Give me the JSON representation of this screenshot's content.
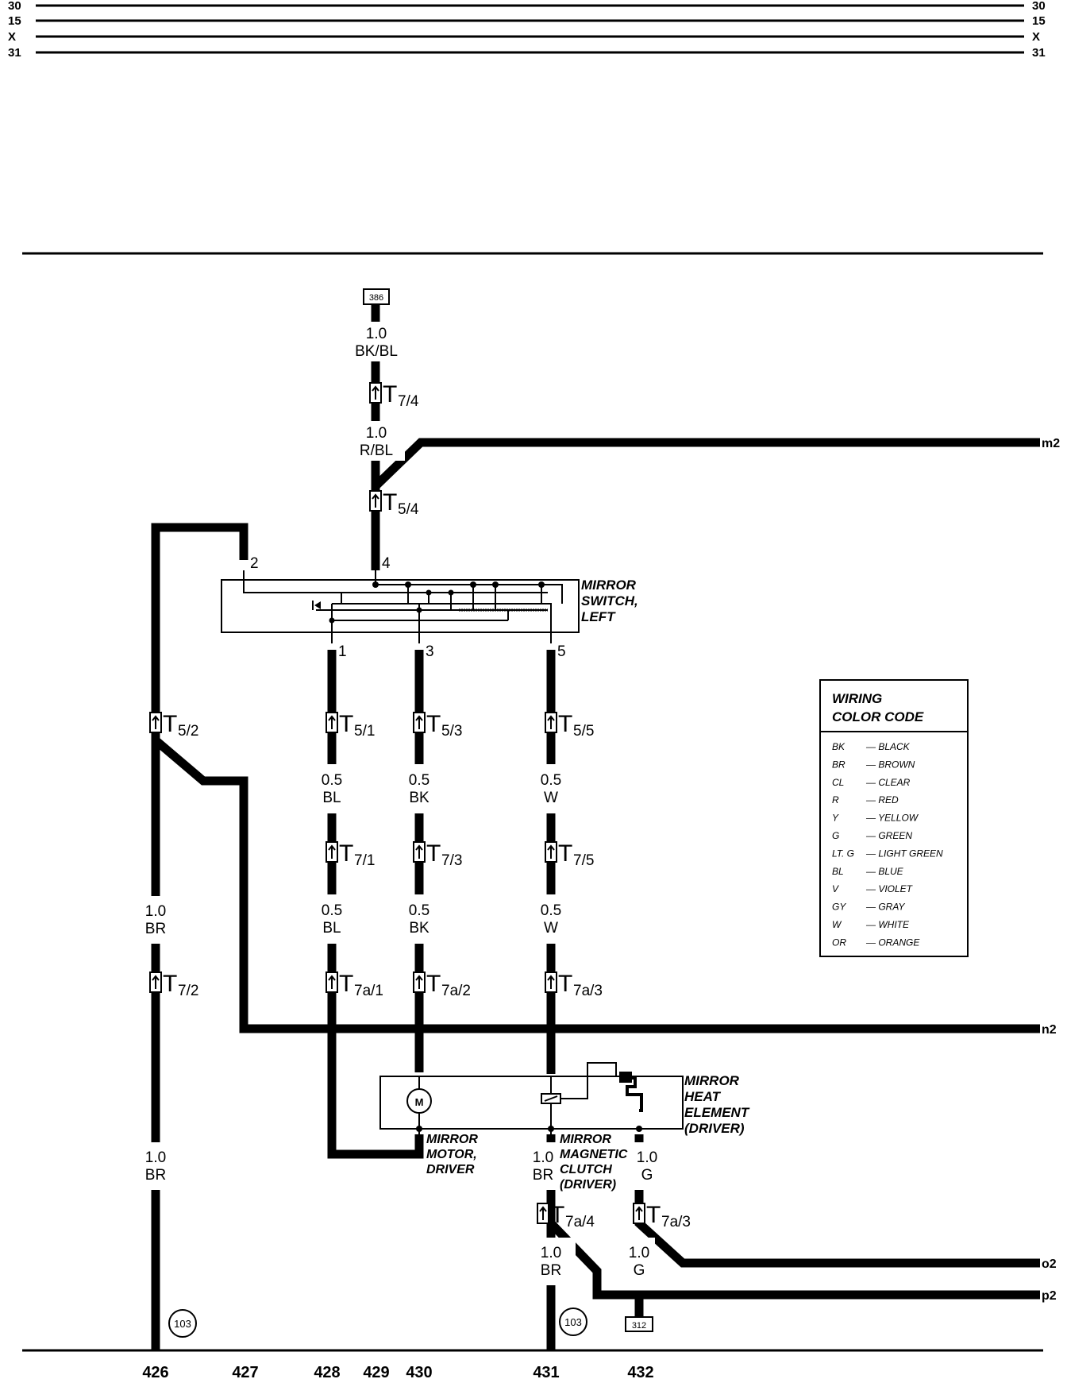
{
  "bus_labels": [
    "30",
    "15",
    "X",
    "31"
  ],
  "refs": {
    "top_box": "386",
    "ground_box": "312",
    "circle_left": "103",
    "circle_right": "103"
  },
  "wires": {
    "top_size": "1.0",
    "top_color": "BK/BL",
    "mid_size": "1.0",
    "mid_color": "R/BL",
    "br_size": "1.0",
    "br_color": "BR",
    "bl_size": "0.5",
    "bl_color": "BL",
    "bk_size": "0.5",
    "bk_color": "BK",
    "w_size": "0.5",
    "w_color": "W",
    "g_size": "1.0",
    "g_color": "G"
  },
  "connectors": {
    "T": "T",
    "t74": "7/4",
    "t54": "5/4",
    "t52": "5/2",
    "t51": "5/1",
    "t53": "5/3",
    "t55": "5/5",
    "t71": "7/1",
    "t73": "7/3",
    "t75": "7/5",
    "t72": "7/2",
    "t7a1": "7a/1",
    "t7a2": "7a/2",
    "t7a3": "7a/3",
    "t7a4": "7a/4",
    "t7a3b": "7a/3"
  },
  "pins": {
    "p1": "1",
    "p2": "2",
    "p3": "3",
    "p4": "4",
    "p5": "5"
  },
  "components": {
    "switch": [
      "MIRROR",
      "SWITCH,",
      "LEFT"
    ],
    "heat": [
      "MIRROR",
      "HEAT",
      "ELEMENT",
      "(DRIVER)"
    ],
    "motor": [
      "MIRROR",
      "MOTOR,",
      "DRIVER"
    ],
    "clutch": [
      "MIRROR",
      "MAGNETIC",
      "CLUTCH",
      "(DRIVER)"
    ],
    "motor_symbol": "M"
  },
  "continuations": {
    "m2": "m2",
    "n2": "n2",
    "o2": "o2",
    "p2": "p2"
  },
  "legend": {
    "title1": "WIRING",
    "title2": "COLOR CODE",
    "items": [
      {
        "code": "BK",
        "name": "— BLACK"
      },
      {
        "code": "BR",
        "name": "— BROWN"
      },
      {
        "code": "CL",
        "name": "— CLEAR"
      },
      {
        "code": "R",
        "name": "— RED"
      },
      {
        "code": "Y",
        "name": "— YELLOW"
      },
      {
        "code": "G",
        "name": "— GREEN"
      },
      {
        "code": "LT. G",
        "name": "— LIGHT GREEN"
      },
      {
        "code": "BL",
        "name": "— BLUE"
      },
      {
        "code": "V",
        "name": "— VIOLET"
      },
      {
        "code": "GY",
        "name": "— GRAY"
      },
      {
        "code": "W",
        "name": "— WHITE"
      },
      {
        "code": "OR",
        "name": "— ORANGE"
      }
    ]
  },
  "columns": [
    "426",
    "427",
    "428",
    "429",
    "430",
    "431",
    "432"
  ]
}
